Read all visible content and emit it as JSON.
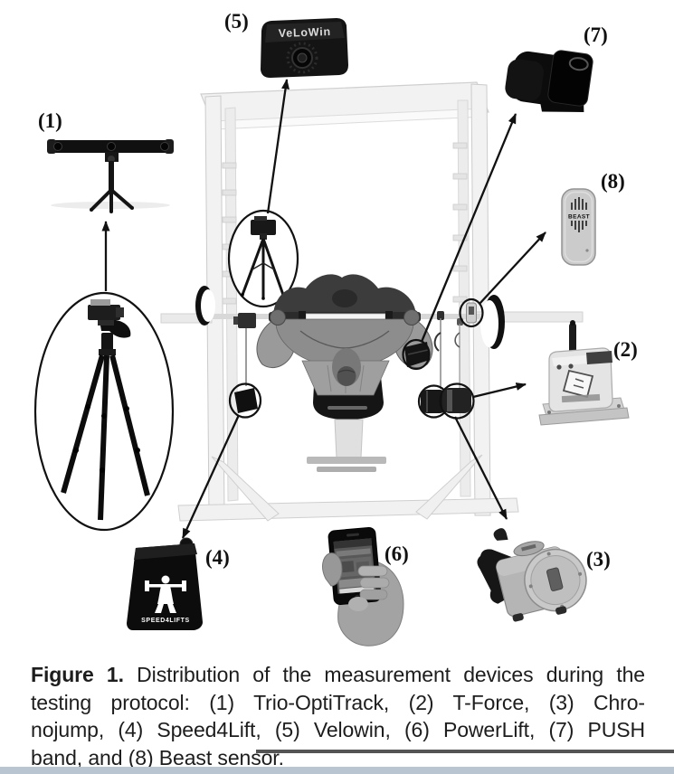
{
  "figure": {
    "labels": [
      "(1)",
      "(2)",
      "(3)",
      "(4)",
      "(5)",
      "(6)",
      "(7)",
      "(8)"
    ],
    "devices": [
      {
        "number": "(1)",
        "name": "Trio-OptiTrack"
      },
      {
        "number": "(2)",
        "name": "T-Force"
      },
      {
        "number": "(3)",
        "name": "Chronojump"
      },
      {
        "number": "(4)",
        "name": "Speed4Lift"
      },
      {
        "number": "(5)",
        "name": "Velowin"
      },
      {
        "number": "(6)",
        "name": "PowerLift"
      },
      {
        "number": "(7)",
        "name": "PUSH band"
      },
      {
        "number": "(8)",
        "name": "Beast sensor"
      }
    ],
    "device_logos": {
      "velowin": "VeLoWin",
      "speed4lift": "SPEED4LIFTS",
      "beast": "BEAST"
    },
    "caption": {
      "bold_label": "Figure 1.",
      "line1_rest": " Distribution of the measurement devices during the",
      "line2": "testing protocol: (1) Trio-OptiTrack, (2) T-Force, (3) Chro-",
      "line3": "nojump, (4) Speed4Lift, (5) Velowin, (6) PowerLift, (7) PUSH",
      "line4": "band, and (8) Beast sensor."
    },
    "colors": {
      "background": "#ffffff",
      "caption_text": "#1d1d1d",
      "divider_dark": "#545454",
      "bottom_band": "#b9c5d1",
      "device_black": "#111111",
      "machine_gray": "#f2f2f2"
    }
  }
}
